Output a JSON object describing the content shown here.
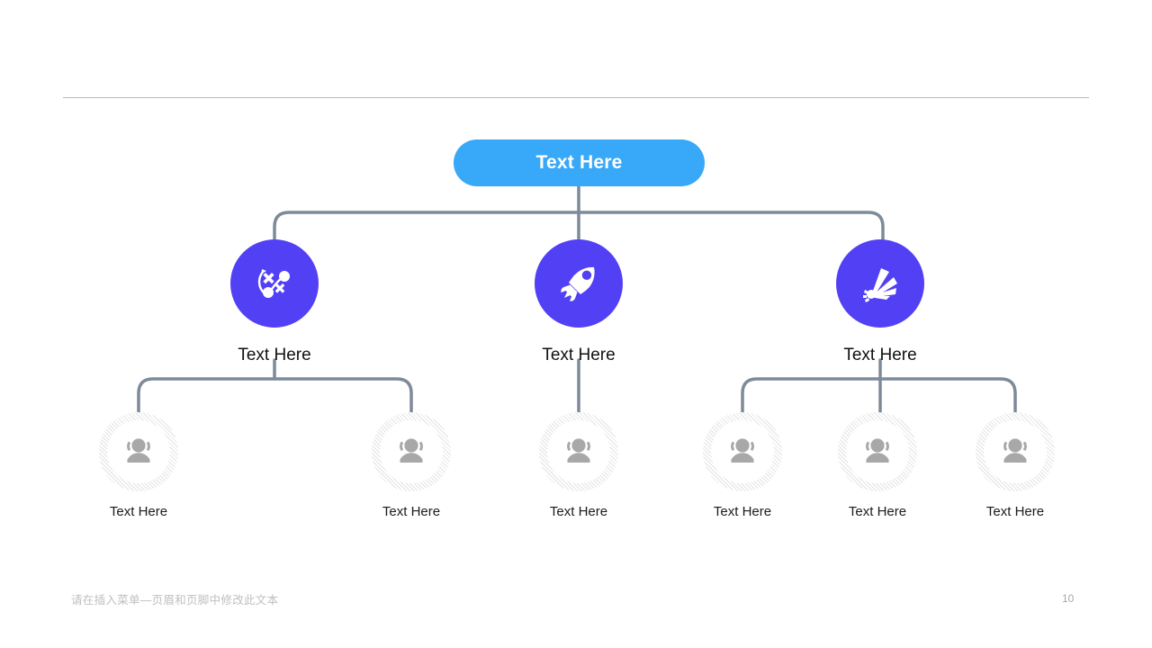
{
  "slide": {
    "page_number": "10",
    "footer_text": "请在插入菜单—页眉和页脚中修改此文本",
    "colors": {
      "root_fill": "#38a8f8",
      "branch_fill": "#5240f5",
      "connector": "#7d8a99",
      "leaf_icon": "#a8a8a8",
      "leaf_ring": "#e3e3e3",
      "divider": "#b9b9b9"
    }
  },
  "root": {
    "label": "Text Here",
    "icon": "none"
  },
  "branches": [
    {
      "label": "Text Here",
      "icon": "strategy-icon",
      "children": [
        {
          "label": "Text Here",
          "icon": "people-group-icon"
        },
        {
          "label": "Text Here",
          "icon": "people-group-icon"
        }
      ]
    },
    {
      "label": "Text Here",
      "icon": "rocket-icon",
      "children": [
        {
          "label": "Text Here",
          "icon": "people-group-icon"
        }
      ]
    },
    {
      "label": "Text Here",
      "icon": "fan-burst-icon",
      "children": [
        {
          "label": "Text Here",
          "icon": "people-group-icon"
        },
        {
          "label": "Text Here",
          "icon": "people-group-icon"
        },
        {
          "label": "Text Here",
          "icon": "people-group-icon"
        }
      ]
    }
  ]
}
